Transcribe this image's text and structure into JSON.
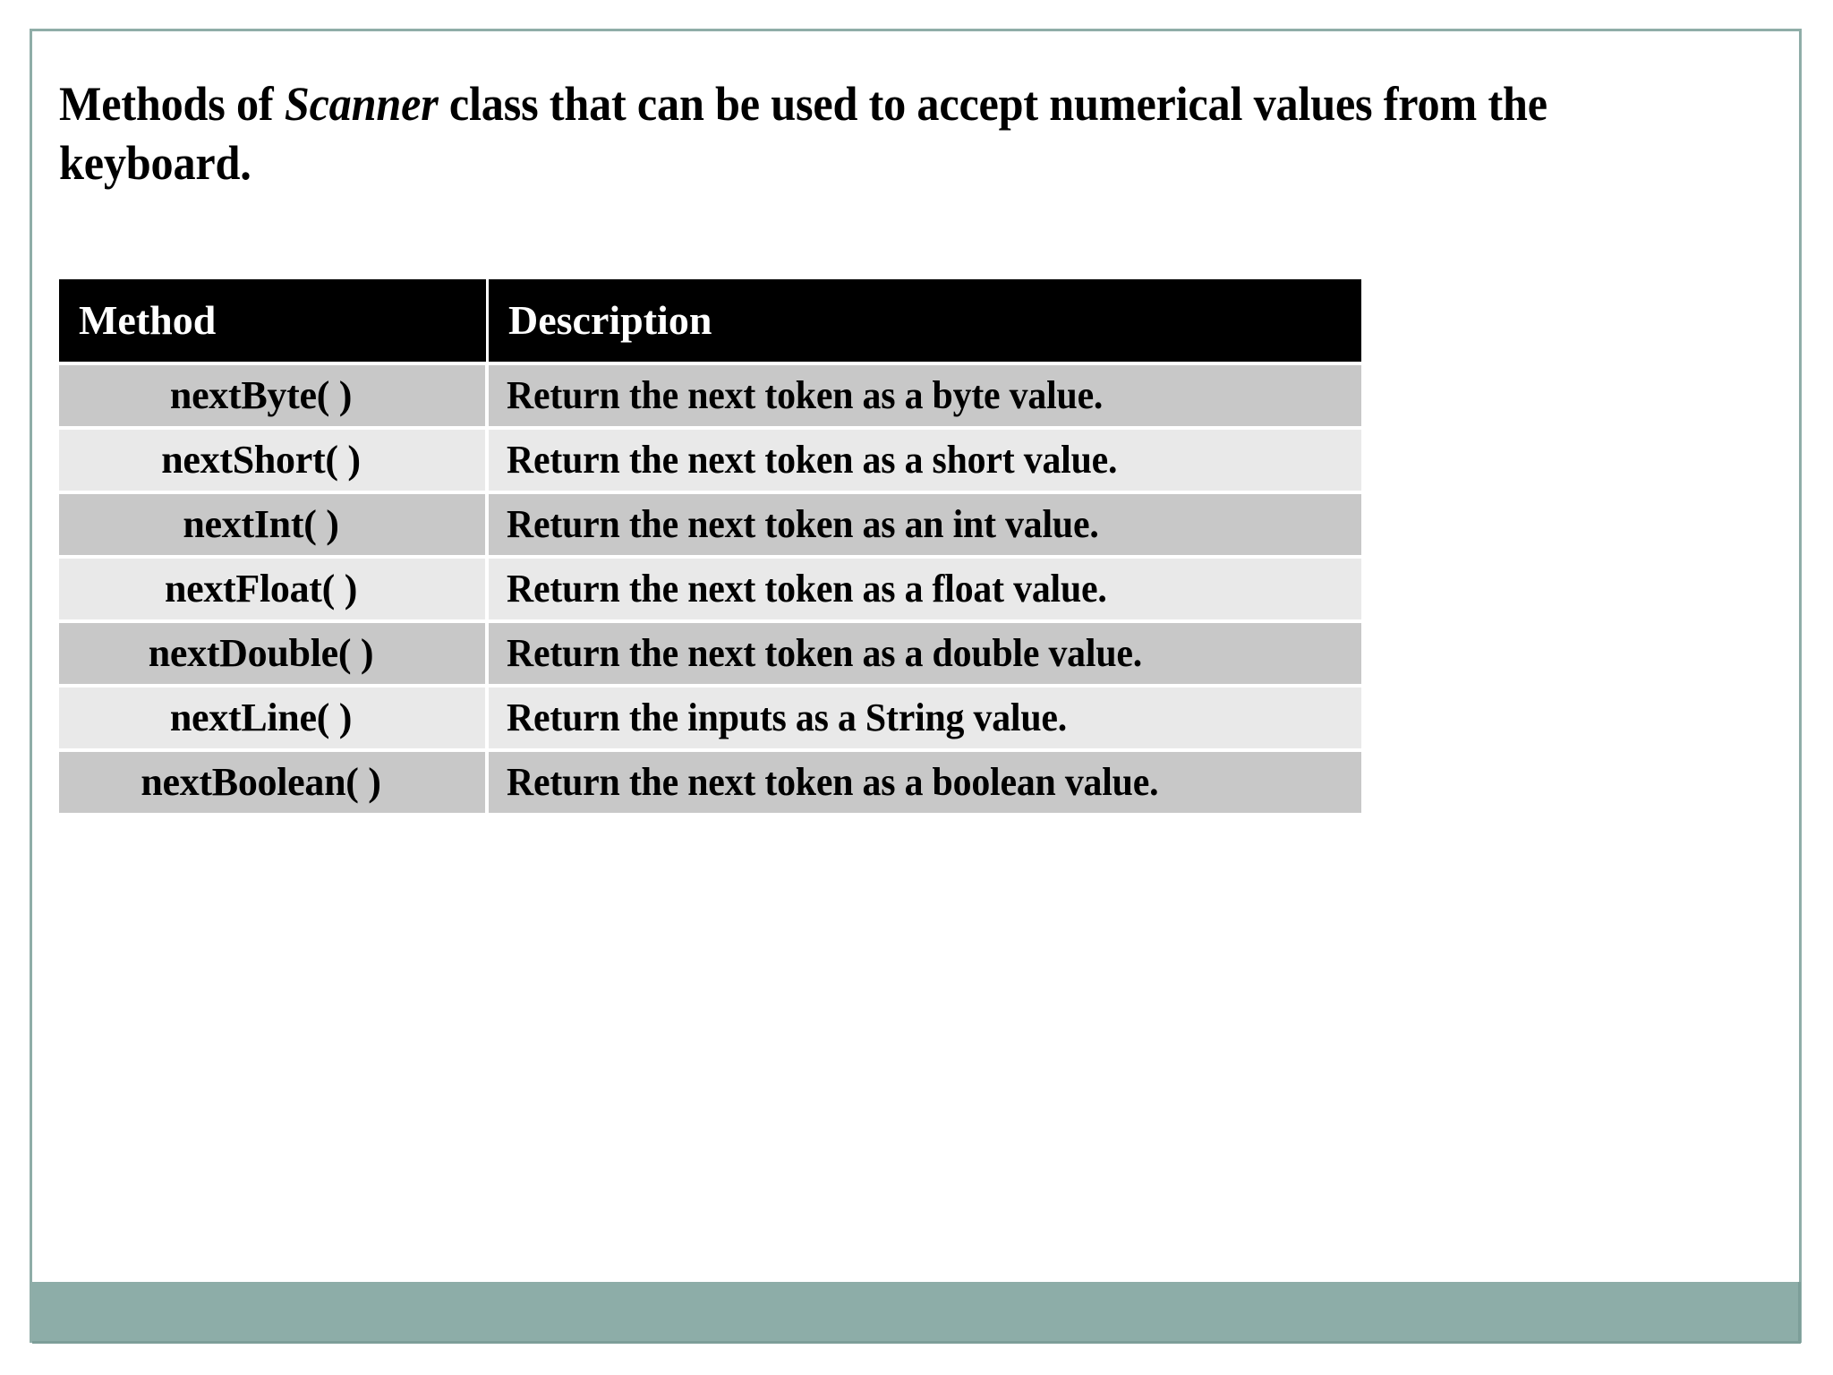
{
  "slide": {
    "title_prefix": "Methods of ",
    "title_emphasis": "Scanner",
    "title_suffix": " class that can be used to accept numerical values from the keyboard.",
    "accent_color": "#8dada8",
    "frame_color": "#8fada8",
    "header_bg": "#000000",
    "header_fg": "#ffffff",
    "row_dark": "#c8c8c8",
    "row_light": "#e9e9e9"
  },
  "table": {
    "headers": {
      "method": "Method",
      "description": "Description"
    },
    "rows": [
      {
        "method": "nextByte( )",
        "description": "Return the next token as a byte value."
      },
      {
        "method": "nextShort( )",
        "description": "Return the next token as a short value."
      },
      {
        "method": "nextInt( )",
        "description": "Return the next token as an int value."
      },
      {
        "method": "nextFloat( )",
        "description": "Return the next token as a float value."
      },
      {
        "method": "nextDouble( )",
        "description": "Return the next token as a double value."
      },
      {
        "method": "nextLine( )",
        "description": "Return the inputs as a String value."
      },
      {
        "method": "nextBoolean( )",
        "description": "Return the next token as a boolean value."
      }
    ]
  }
}
